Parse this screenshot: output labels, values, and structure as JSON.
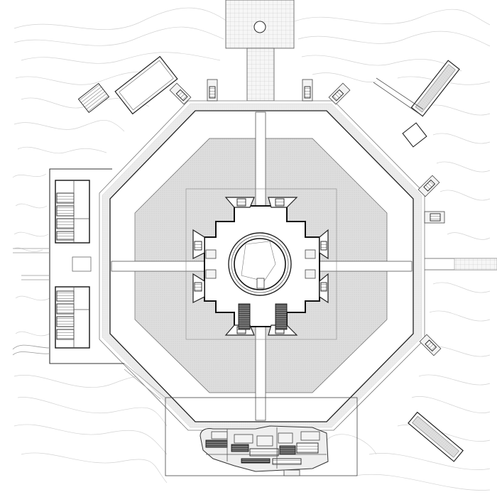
{
  "drawing": {
    "kind": "architectural site plan",
    "colors": {
      "background": "#ffffff",
      "plaza_hatch": "#d9d9d9",
      "line": "#222222",
      "contour": "#d2d2d2"
    },
    "elements": [
      "north-entrance-plaza",
      "north-promenade",
      "octagonal-terrace",
      "inner-square-platform",
      "central-void-circle",
      "cross-axis-walkways",
      "west-annex-buildings",
      "south-gardens-complex",
      "perimeter-pavilions",
      "topographic-contours"
    ]
  }
}
